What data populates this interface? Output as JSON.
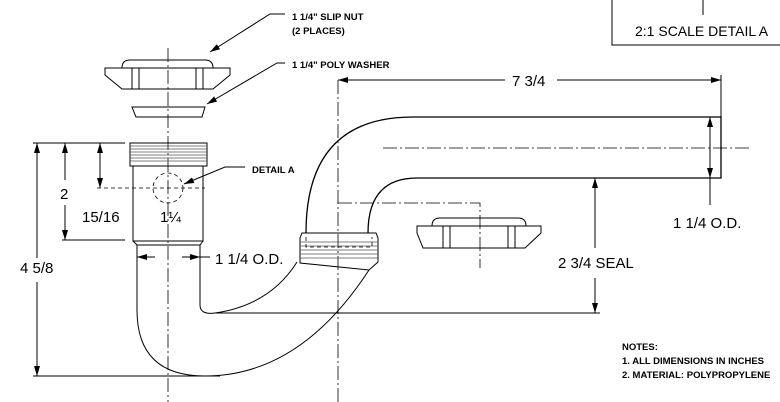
{
  "title_block": {
    "text": "2:1 SCALE  DETAIL A"
  },
  "callouts": {
    "slip_nut": "1 1/4\" SLIP NUT",
    "slip_nut_qty": "(2 PLACES)",
    "poly_washer": "1 1/4\" POLY WASHER",
    "detail": "DETAIL A"
  },
  "dimensions": {
    "overall_length": "7 3/4",
    "overall_height": "4 5/8",
    "tailpiece_height": "2",
    "detail_height": "15/16",
    "tailpiece_dia": "1¼",
    "tailpiece_od": "1 1/4 O.D.",
    "arm_od": "1 1/4 O.D.",
    "seal": "2 3/4 SEAL"
  },
  "notes": {
    "heading": "NOTES:",
    "items": [
      "1. ALL DIMENSIONS IN INCHES",
      "2. MATERIAL: POLYPROPYLENE"
    ]
  }
}
